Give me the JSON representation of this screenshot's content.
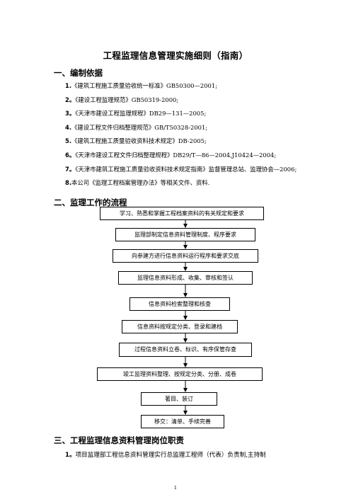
{
  "document": {
    "title": "工程监理信息管理实施细则（指南）",
    "page_number": "1"
  },
  "section1": {
    "heading": "一、编制依据",
    "items": [
      {
        "no": "1.",
        "text": "《建筑工程施工质量验收统一标准》GB50300—2001;"
      },
      {
        "no": "2。",
        "text": "《建设工程监理规范》GB50319-2000;"
      },
      {
        "no": "3。",
        "text": "《天津市建设工程监理规程》DB29—131—2005;"
      },
      {
        "no": "4.",
        "text": "《建设工程文件归档整理规范》GB/T50328-2001;"
      },
      {
        "no": "5.",
        "text": "《建筑工程施工质量验收资料技术规定》DB-2005;"
      },
      {
        "no": "6。",
        "text": "《天津市建设工程文件归档整理规程》DB29/T—86—2004,J10424—2004;"
      },
      {
        "no": "7。",
        "text": "《天津市建筑工程施工质量验收资料技术规定指南》监督管理总站、监理协会—2006;"
      },
      {
        "no": "8.",
        "text": "本公司《监理工程档案管理办法》等相关文件、资料."
      }
    ]
  },
  "section2": {
    "heading": "二、监理工作的流程",
    "steps": [
      "学习、熟悉和掌握工程档案资料的有关规定和要求",
      "监理部制定信息资料管理制度、程序要求",
      "向参建方进行信息资料运行程序和要求交底",
      "监理信息资料形成、收集、审核和签认",
      "信息资料检索整理和核查",
      "信息资料按规定分类、登录和建档",
      "过程信息资料立卷、标识、有序保管存查",
      "竣工监理资料整理、按规定分类、分册、成卷",
      "著目、装订",
      "移交：清单、手续完善"
    ]
  },
  "section3": {
    "heading": "三、工程监理信息资料管理岗位职责",
    "first_item_no": "1。",
    "first_item_text": "项目监理部工程信息资料管理实行总监理工程师（代表）负责制,主持制"
  }
}
